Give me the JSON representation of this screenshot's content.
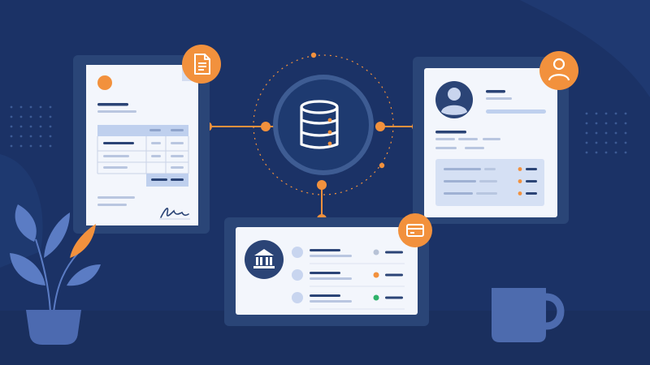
{
  "colors": {
    "background": "#1B3266",
    "background_deep": "#16295A",
    "background_light": "#22407A",
    "floor": "#1A2F5E",
    "card": "#F3F6FC",
    "card_frame": "#2A4577",
    "accent": "#F2913D",
    "hub": "#1E3A70",
    "hub_ring": "#3E5C93",
    "text_dark": "#2B4476",
    "text_light": "#B9C6E0",
    "table_header": "#BFD0EE",
    "mug": "#4D6BAE",
    "leaf_blue": "#5B7CC4",
    "leaf_orange": "#F2913D",
    "pot": "#4C6AB0",
    "status_gray": "#B7C2D6",
    "status_orange": "#F2913D",
    "status_green": "#2FB26A"
  },
  "icons": {
    "hub": "database-icon",
    "invoice_badge": "document-icon",
    "profile_badge": "user-icon",
    "bank_badge": "credit-card-icon",
    "bank_logo": "bank-icon",
    "signature": "signature-mark"
  },
  "bank_statuses": [
    "gray",
    "orange",
    "green"
  ],
  "profile_statuses": [
    "orange",
    "orange",
    "orange"
  ]
}
